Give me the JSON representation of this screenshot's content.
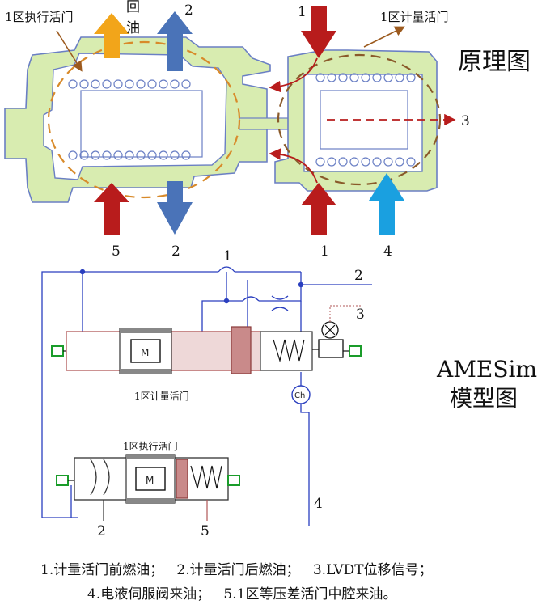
{
  "principle": {
    "title": "原理图",
    "labels": {
      "zone1_actuator_valve": "1区执行活门",
      "return_oil_char1": "回",
      "return_oil_char2": "油",
      "zone1_metering_valve": "1区计量活门"
    },
    "arrow_numbers": {
      "top_center": "2",
      "top_right": "1",
      "right": "3",
      "bottom_left": "5",
      "bottom_center": "2",
      "bottom_right_red": "1",
      "bottom_right_blue": "4"
    }
  },
  "amesim": {
    "title_line1": "AMESim",
    "title_line2": "模型图",
    "labels": {
      "metering_valve": "1区计量活门",
      "actuator_valve": "1区执行活门",
      "motor_symbol": "M",
      "motor_symbol_2": "M",
      "ch_symbol": "Ch"
    },
    "port_numbers": {
      "top": "1",
      "right_upper": "2",
      "right_lvdt": "3",
      "bottom_right": "4",
      "bottom_left": "2",
      "bottom_mid": "5"
    }
  },
  "caption": {
    "line1": "1.计量活门前燃油；   2.计量活门后燃油；   3.LVDT位移信号；",
    "line2": "4.电液伺服阀来油；   5.1区等压差活门中腔来油。"
  },
  "colors": {
    "body_fill": "#d8ecb0",
    "body_stroke": "#6a7fc4",
    "arrow_red": "#b81c1c",
    "arrow_blue": "#4a73b8",
    "arrow_cyan": "#1aa0e0",
    "arrow_orange": "#f2a51a",
    "dash_orange": "#d88a2a",
    "dash_brown": "#8a5a2a",
    "model_red": "#b05858",
    "model_blue": "#2a3fbf"
  }
}
